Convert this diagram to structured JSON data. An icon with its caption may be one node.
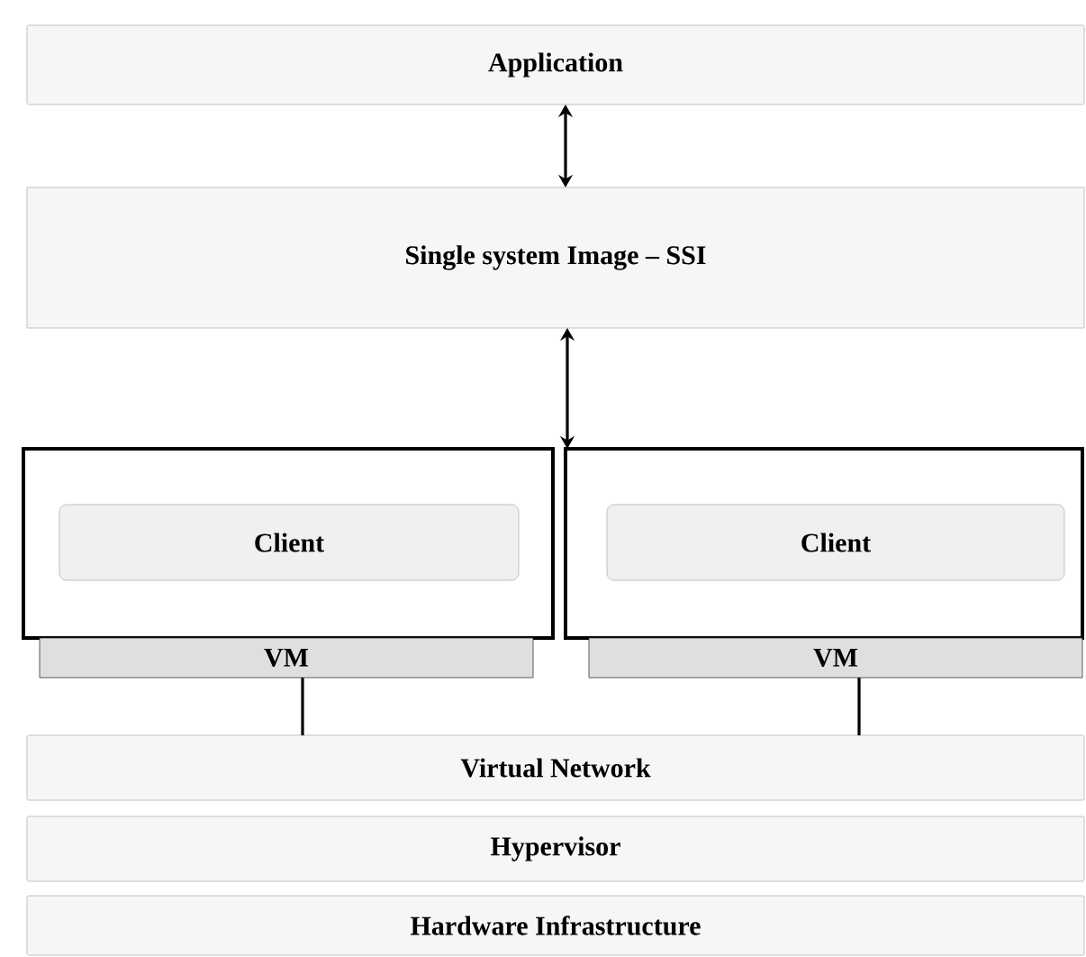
{
  "diagram": {
    "nodes": [
      {
        "text": [
          "Application"
        ]
      },
      {
        "text": [
          "Single system Image – SSI"
        ]
      },
      {
        "text": [],
        "shape": "box"
      },
      {
        "text": [
          "Client"
        ],
        "in": 2
      },
      {
        "text": [],
        "shape": "box"
      },
      {
        "text": [
          "Client"
        ],
        "in": 4
      },
      {
        "text": [
          "VM"
        ]
      },
      {
        "text": [
          "VM"
        ]
      },
      {
        "text": [
          "Virtual Network"
        ]
      },
      {
        "text": [
          "Hypervisor"
        ]
      },
      {
        "text": [
          "Hardware Infrastructure"
        ]
      }
    ],
    "edges": [
      {
        "from": 0,
        "to": 1,
        "arrow": "both"
      },
      {
        "from": 1,
        "to": 4,
        "arrow": "both"
      },
      {
        "from": 6,
        "to": 8,
        "arrow": "none"
      },
      {
        "from": 7,
        "to": 8,
        "arrow": "none"
      }
    ]
  }
}
